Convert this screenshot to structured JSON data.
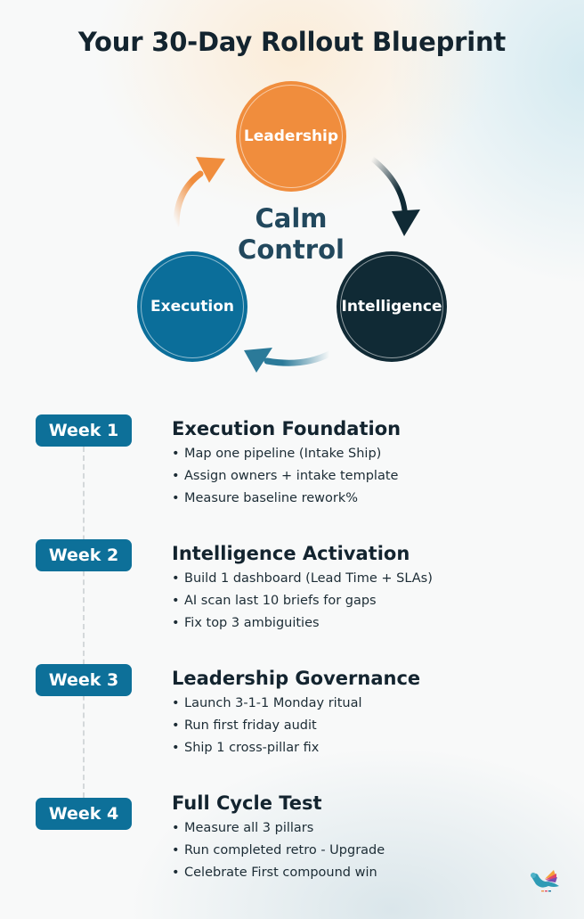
{
  "title": "Your 30-Day Rollout Blueprint",
  "cycle": {
    "center_line1": "Calm",
    "center_line2": "Control",
    "nodes": [
      {
        "label": "Leadership",
        "color": "#f08d3d"
      },
      {
        "label": "Intelligence",
        "color": "#102a35"
      },
      {
        "label": "Execution",
        "color": "#0b6e9a"
      }
    ],
    "arrows": [
      {
        "from": "Leadership",
        "to": "Intelligence",
        "color": "#102a35"
      },
      {
        "from": "Intelligence",
        "to": "Execution",
        "color": "#2b7a99"
      },
      {
        "from": "Execution",
        "to": "Leadership",
        "color": "#f08d3d"
      }
    ]
  },
  "weeks": [
    {
      "badge": "Week 1",
      "heading": "Execution Foundation",
      "items": [
        "Map one pipeline (Intake Ship)",
        "Assign owners + intake template",
        "Measure baseline rework%"
      ]
    },
    {
      "badge": "Week 2",
      "heading": "Intelligence Activation",
      "items": [
        "Build 1 dashboard (Lead Time + SLAs)",
        "AI scan last 10 briefs for gaps",
        "Fix top 3 ambiguities"
      ]
    },
    {
      "badge": "Week 3",
      "heading": "Leadership Governance",
      "items": [
        "Launch 3-1-1 Monday  ritual",
        "Run first friday audit",
        "Ship 1 cross-pillar fix"
      ]
    },
    {
      "badge": "Week 4",
      "heading": "Full Cycle Test",
      "items": [
        "Measure all 3 pillars",
        "Run completed retro - Upgrade",
        "Celebrate First compound win"
      ]
    }
  ],
  "colors": {
    "badge": "#0d7099",
    "title": "#13242f",
    "center_text": "#22485d"
  },
  "logo": {
    "icon": "bird-logo-icon"
  }
}
